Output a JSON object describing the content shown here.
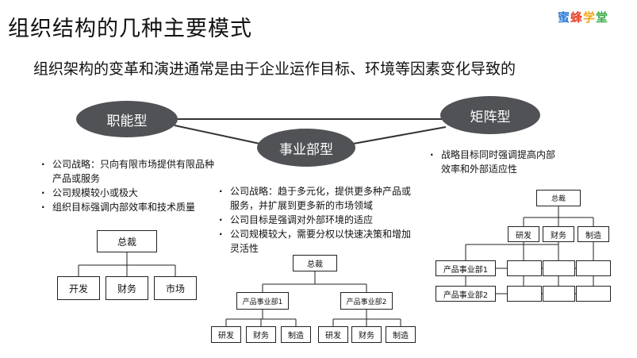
{
  "title": "组织结构的几种主要模式",
  "logo": {
    "chars": [
      "蜜",
      "蜂",
      "学",
      "堂"
    ],
    "colors": [
      "#2e7bd6",
      "#e8442e",
      "#f2a516",
      "#3aa84a"
    ]
  },
  "subtitle": "组织架构的变革和演进通常是由于企业运作目标、环境等因素变化导致的",
  "types": {
    "functional": "职能型",
    "divisional": "事业部型",
    "matrix": "矩阵型"
  },
  "functional_bullets": [
    "公司战略：只向有限市场提供有限品种产品或服务",
    "公司规模较小或极大",
    "组织目标强调内部效率和技术质量"
  ],
  "divisional_bullets": [
    "公司战略：趋于多元化，提供更多种产品或服务，并扩展到更多新的市场领域",
    "公司目标是强调对外部环境的适应",
    "公司规模较大，需要分权以快速决策和增加灵活性"
  ],
  "matrix_bullets": [
    "战略目标同时强调提高内部效率和外部适应性"
  ],
  "functional_chart": {
    "top": "总裁",
    "children": [
      "开发",
      "财务",
      "市场"
    ]
  },
  "divisional_chart": {
    "top": "总裁",
    "divisions": [
      "产品事业部1",
      "产品事业部2"
    ],
    "div1_children": [
      "研发",
      "财务",
      "制造"
    ],
    "div2_children": [
      "研发",
      "财务",
      "制造"
    ]
  },
  "matrix_chart": {
    "top": "总裁",
    "functions": [
      "研发",
      "财务",
      "制造"
    ],
    "divisions": [
      "产品事业部1",
      "产品事业部2"
    ]
  }
}
